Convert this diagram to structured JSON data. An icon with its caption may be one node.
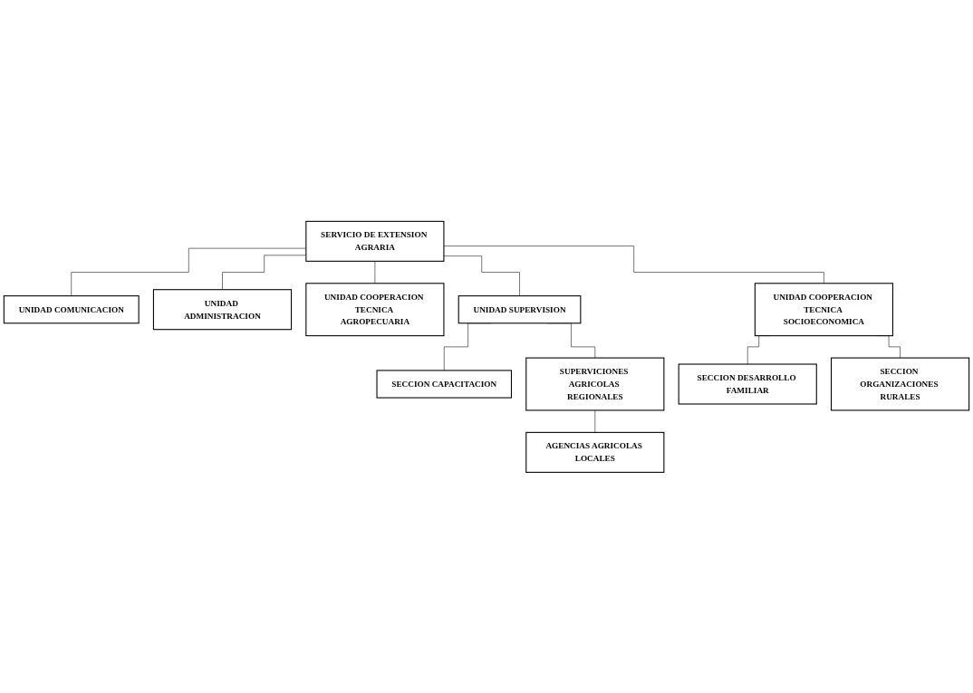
{
  "diagram": {
    "nodes": [
      {
        "text": [
          "SERVICIO DE EXTENSION AGRARIA"
        ]
      },
      {
        "text": [
          "UNIDAD COMUNICACION"
        ]
      },
      {
        "text": [
          "UNIDAD ADMINISTRACION"
        ]
      },
      {
        "text": [
          "UNIDAD COOPERACION TECNICA AGROPECUARIA"
        ]
      },
      {
        "text": [
          "UNIDAD SUPERVISION"
        ]
      },
      {
        "text": [
          "SECCION CAPACITACION"
        ]
      },
      {
        "text": [
          "UNIDAD COOPERACION TECNICA SOCIOECONOMICA"
        ]
      },
      {
        "text": [
          "SECCION DESARROLLO FAMILIAR"
        ]
      },
      {
        "text": [
          "SECCION ORGANIZACIONES RURALES"
        ]
      },
      {
        "text": [
          "SUPERVICIONES AGRICOLAS REGIONALES"
        ]
      },
      {
        "text": [
          "AGENCIAS AGRICOLAS LOCALES"
        ]
      }
    ],
    "edges": [
      {
        "from": 0,
        "to": 1,
        "arrow": "none"
      },
      {
        "from": 0,
        "to": 2,
        "arrow": "none"
      },
      {
        "from": 0,
        "to": 3,
        "arrow": "none"
      },
      {
        "from": 0,
        "to": 4,
        "arrow": "none"
      },
      {
        "from": 0,
        "to": 6,
        "arrow": "none"
      },
      {
        "from": 4,
        "to": 5,
        "arrow": "none"
      },
      {
        "from": 6,
        "to": 7,
        "arrow": "none"
      },
      {
        "from": 6,
        "to": 8,
        "arrow": "none"
      },
      {
        "from": 4,
        "to": 9,
        "arrow": "none"
      },
      {
        "from": 9,
        "to": 10,
        "arrow": "none"
      }
    ]
  }
}
